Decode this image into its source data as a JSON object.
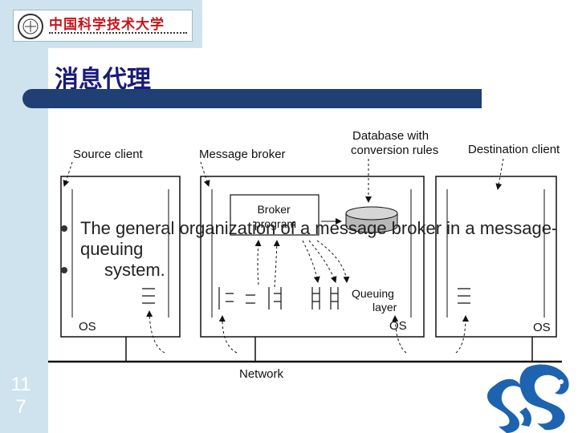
{
  "logo": {
    "name": "中国科学技术大学"
  },
  "slide": {
    "title": "消息代理",
    "page_number": "11\n7"
  },
  "diagram": {
    "labels": {
      "source_client": "Source client",
      "message_broker": "Message broker",
      "database": "Database with\nconversion rules",
      "destination_client": "Destination client",
      "broker_program": "Broker\nprogram",
      "queuing_layer": "Queuing\nlayer",
      "os_1": "OS",
      "os_2": "OS",
      "os_3": "OS",
      "network": "Network"
    }
  },
  "bullets": [
    "The general organization of a message broker in a message-queuing",
    "system."
  ],
  "colors": {
    "title": "#1a1a7a",
    "title_bar": "#1f3f75",
    "side_bar": "#cfe3ef",
    "dragon": "#1d63b0"
  }
}
